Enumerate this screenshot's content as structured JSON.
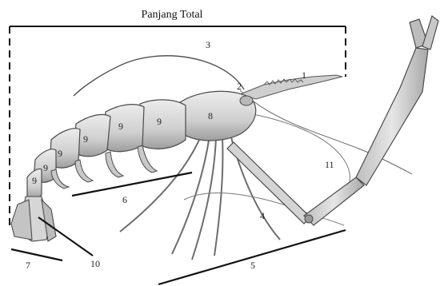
{
  "title": "Panjang Total",
  "labels": {
    "l1": "1",
    "l2": "2",
    "l3": "3",
    "l4": "4",
    "l5": "5",
    "l6": "6",
    "l7": "7",
    "l8": "8",
    "l9a": "9",
    "l9b": "9",
    "l9c": "9",
    "l9d": "9",
    "l9e": "9",
    "l9f": "9",
    "l10": "10",
    "l11": "11"
  },
  "colors": {
    "body": "#d9d9d9",
    "body_dark": "#a9a9a9",
    "outline": "#4a4a4a",
    "line": "#111111"
  }
}
